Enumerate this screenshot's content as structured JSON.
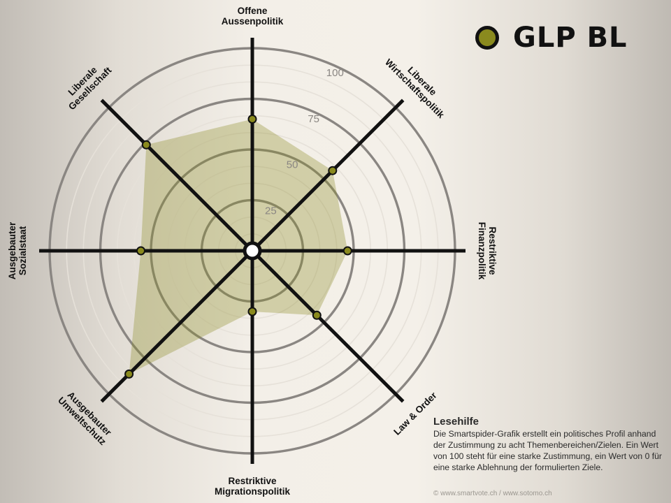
{
  "legend": {
    "label": "GLP BL",
    "color": "#8a8a1e"
  },
  "help": {
    "title": "Lesehilfe",
    "text": "Die Smartspider-Grafik erstellt ein politisches Profil anhand der Zustimmung zu acht Themenbereichen/Zielen. Ein Wert von 100 steht für eine starke Zustimmung, ein Wert von 0 für eine starke Ablehnung der formulierten Ziele."
  },
  "footer": "© www.smartvote.ch / www.sotomo.ch",
  "chart_data": {
    "type": "radar",
    "rlim": [
      0,
      100
    ],
    "ring_labels": [
      "25",
      "50",
      "75",
      "100"
    ],
    "grid": true,
    "axes": [
      {
        "name": [
          "Offene",
          "Aussenpolitik"
        ],
        "value": 65
      },
      {
        "name": [
          "Liberale",
          "Wirtschaftspolitik"
        ],
        "value": 56
      },
      {
        "name": [
          "Restriktive",
          "Finanzpolitik"
        ],
        "value": 47
      },
      {
        "name": [
          "Law & Order"
        ],
        "value": 45
      },
      {
        "name": [
          "Restriktive",
          "Migrationspolitik"
        ],
        "value": 30
      },
      {
        "name": [
          "Ausgebauter",
          "Umweltschutz"
        ],
        "value": 86
      },
      {
        "name": [
          "Ausgebauter",
          "Sozialstaat"
        ],
        "value": 55
      },
      {
        "name": [
          "Liberale",
          "Gesellschaft"
        ],
        "value": 74
      }
    ],
    "series": [
      {
        "name": "GLP BL",
        "color": "#8a8a1e"
      }
    ]
  }
}
